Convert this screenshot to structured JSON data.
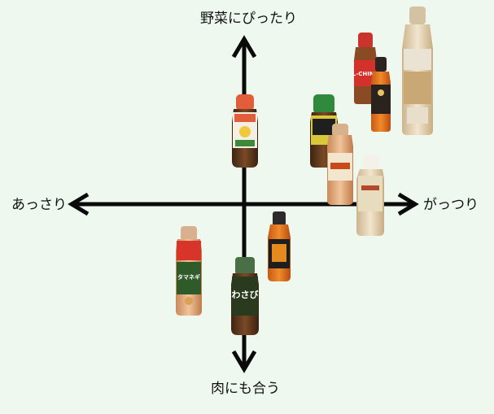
{
  "axes": {
    "top_label": "野菜にぴったり",
    "bottom_label": "肉にも合う",
    "left_label": "あっさり",
    "right_label": "がっつり"
  },
  "bottles": [
    {
      "name": "lechina-dressing-bottle",
      "print": "L-CHINA"
    },
    {
      "name": "wasabi-dressing-bottle",
      "print": "わさび"
    },
    {
      "name": "tamanegi-dressing-bottle",
      "print": "タマネギ"
    }
  ],
  "colors": {
    "background": "#eef8ee",
    "arrow": "#0a0a0a"
  }
}
